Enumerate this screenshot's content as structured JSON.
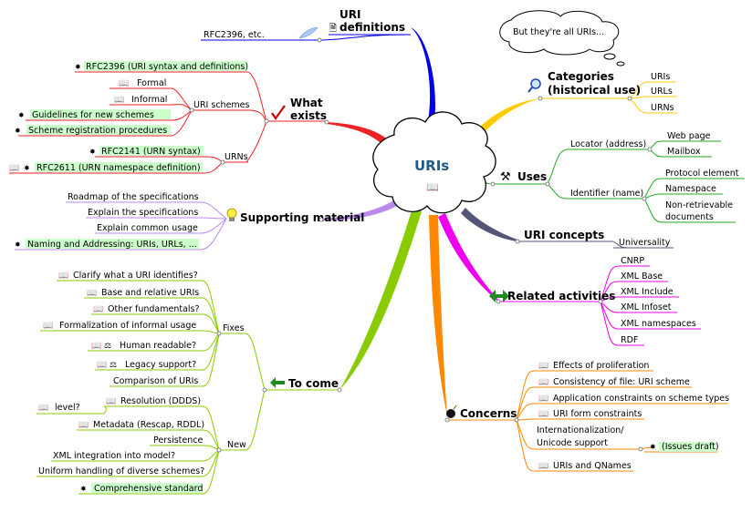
{
  "colors": {
    "center_text": "#1f5a8a",
    "highlight": "#ccffcc",
    "definitions": "#0000ee",
    "what_exists": "#ee2222",
    "supporting": "#bb88ee",
    "to_come": "#88cc00",
    "categories": "#ffcc00",
    "uses": "#22aa22",
    "uri_concepts": "#555577",
    "related": "#ee00ee",
    "concerns": "#ff8800"
  },
  "center": {
    "title": "URIs",
    "icon": "book-icon"
  },
  "callout": {
    "text": "But they're all URIs..."
  },
  "branches": {
    "definitions": {
      "title_line1": "URI",
      "title_line2": "definitions",
      "icon": "document-icon",
      "items": {
        "rfc": "RFC2396, etc."
      },
      "sub_icon": "feather-icon"
    },
    "what_exists": {
      "title_line1": "What",
      "title_line2": "exists",
      "icon": "checkmark-icon",
      "items": {
        "rfc2396": "RFC2396 (URI syntax and definitions)",
        "uri_schemes": "URI schemes",
        "formal": "Formal",
        "informal": "Informal",
        "guidelines": "Guidelines for new schemes",
        "registration": "Scheme registration procedures",
        "urns": "URNs",
        "rfc2141": "RFC2141 (URN syntax)",
        "rfc2611": "RFC2611 (URN namespace definition)"
      }
    },
    "supporting": {
      "title": "Supporting material",
      "icon": "lightbulb-icon",
      "items": {
        "roadmap": "Roadmap of the specifications",
        "explain_specs": "Explain the specifications",
        "explain_usage": "Explain common usage",
        "naming": "Naming and Addressing: URIs, URLs, ..."
      }
    },
    "to_come": {
      "title": "To come",
      "icon": "arrow-left-icon",
      "fixes": "Fixes",
      "new": "New",
      "items": {
        "clarify": "Clarify what a URI identifies?",
        "base_relative": "Base and relative URIs",
        "other_fund": "Other fundamentals?",
        "formalization": "Formalization of informal usage",
        "human_readable": "Human readable?",
        "legacy": "Legacy support?",
        "comparison": "Comparison of URIs",
        "resolution": "Resolution (DDDS)",
        "level": "level?",
        "metadata": "Metadata (Rescap, RDDL)",
        "persistence": "Persistence",
        "xml_integration": "XML integration into model?",
        "uniform": "Uniform handling of diverse schemes?",
        "comprehensive": "Comprehensive standard"
      }
    },
    "categories": {
      "title_line1": "Categories",
      "title_line2": "(historical use)",
      "icon": "magnifier-icon",
      "items": {
        "uris": "URIs",
        "urls": "URLs",
        "urns": "URNs"
      }
    },
    "uses": {
      "title": "Uses",
      "icon": "tools-icon",
      "items": {
        "locator": "Locator (address)",
        "web_page": "Web page",
        "mailbox": "Mailbox",
        "identifier": "Identifier (name)",
        "protocol": "Protocol element",
        "namespace": "Namespace",
        "nonretr1": "Non-retrievable",
        "nonretr2": "documents"
      }
    },
    "uri_concepts": {
      "title": "URI concepts",
      "items": {
        "universality": "Universality"
      }
    },
    "related": {
      "title": "Related activities",
      "icon": "double-arrow-icon",
      "items": {
        "cnrp": "CNRP",
        "xml_base": "XML Base",
        "xml_include": "XML Include",
        "xml_infoset": "XML Infoset",
        "xml_namespaces": "XML namespaces",
        "rdf": "RDF"
      }
    },
    "concerns": {
      "title": "Concerns",
      "icon": "bomb-icon",
      "items": {
        "effects": "Effects of proliferation",
        "consistency": "Consistency of file: URI scheme",
        "app_constraints": "Application constraints on scheme types",
        "form_constraints": "URI form constraints",
        "intl1": "Internationalization/",
        "intl2": "Unicode support",
        "issues": "(Issues draft)",
        "qnames": "URIs and QNames"
      }
    }
  }
}
